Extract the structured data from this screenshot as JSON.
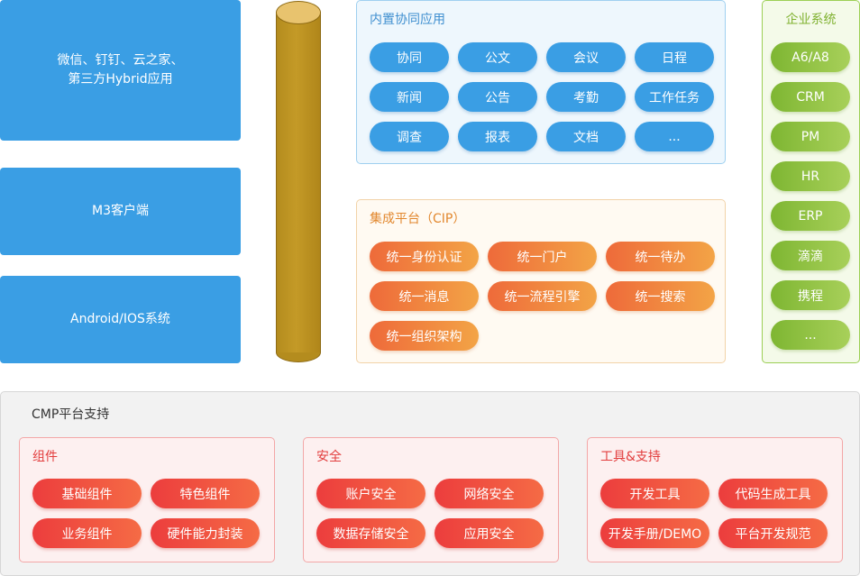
{
  "clients": {
    "box1_line1": "微信、钉钉、云之家、",
    "box1_line2": "第三方Hybrid应用",
    "box2": "M3客户端",
    "box3": "Android/IOS系统"
  },
  "collab": {
    "title": "内置协同应用",
    "items": [
      "协同",
      "公文",
      "会议",
      "日程",
      "新闻",
      "公告",
      "考勤",
      "工作任务",
      "调查",
      "报表",
      "文档",
      "..."
    ]
  },
  "cip": {
    "title": "集成平台（CIP）",
    "items": [
      "统一身份认证",
      "统一门户",
      "统一待办",
      "统一消息",
      "统一流程引擎",
      "统一搜索",
      "统一组织架构"
    ]
  },
  "enterprise": {
    "title": "企业系统",
    "items": [
      "A6/A8",
      "CRM",
      "PM",
      "HR",
      "ERP",
      "滴滴",
      "携程",
      "..."
    ]
  },
  "cmp": {
    "title": "CMP平台支持",
    "groups": [
      {
        "title": "组件",
        "items": [
          "基础组件",
          "特色组件",
          "业务组件",
          "硬件能力封装"
        ]
      },
      {
        "title": "安全",
        "items": [
          "账户安全",
          "网络安全",
          "数据存储安全",
          "应用安全"
        ]
      },
      {
        "title": "工具&支持",
        "items": [
          "开发工具",
          "代码生成工具",
          "开发手册/DEMO",
          "平台开发规范"
        ]
      }
    ]
  },
  "colors": {
    "client_blue": "#3a9ee4",
    "cip_orange": "#ee6a3a",
    "enterprise_green": "#7eb632",
    "cmp_red": "#ec3d3d",
    "bus_gold": "#c49a27"
  }
}
